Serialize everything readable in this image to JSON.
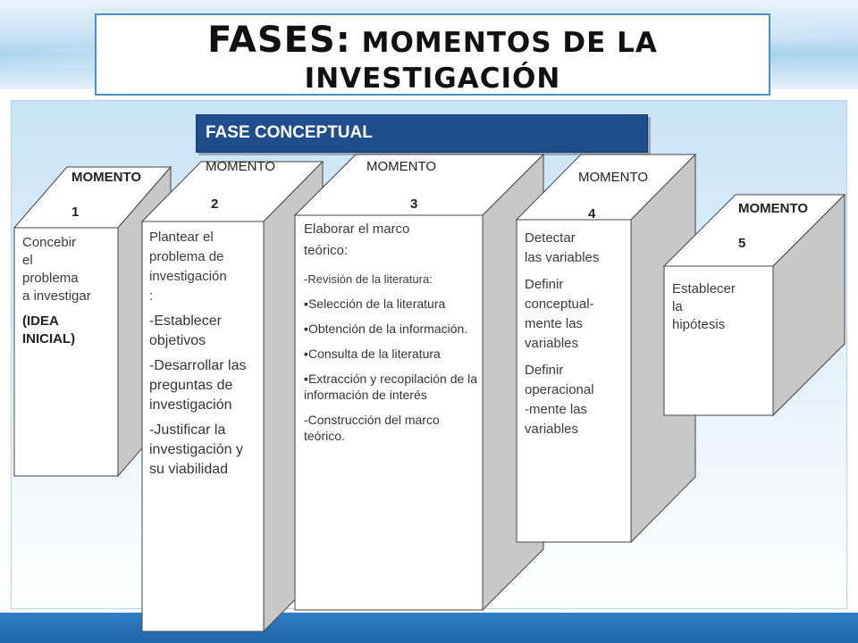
{
  "title": {
    "part1": "FASES:",
    "part2": "MOMENTOS DE LA INVESTIGACIÓN"
  },
  "phase": "FASE CONCEPTUAL",
  "moments": [
    {
      "word": "MOMENTO",
      "num": "1",
      "lines": [
        "Concebir",
        "el",
        "problema",
        "a investigar"
      ],
      "emph": [
        "(IDEA",
        "INICIAL)"
      ]
    },
    {
      "word": "MOMENTO",
      "num": "2",
      "lines": [
        "Plantear el",
        "problema de",
        "investigación",
        ":"
      ],
      "items": [
        "-Establecer objetivos",
        "-Desarrollar las preguntas de investigación",
        "-Justificar la investigación y su viabilidad"
      ]
    },
    {
      "word": "MOMENTO",
      "num": "3",
      "intro": [
        "Elaborar el marco",
        "teórico:"
      ],
      "sub": "-Revisión de la literatura:",
      "bullets": [
        "Selección de la literatura",
        "Obtención de la información.",
        "Consulta de la literatura",
        "Extracción y recopilación de la información de interés"
      ],
      "last": "-Construcción del marco teórico."
    },
    {
      "word": "MOMENTO",
      "num": "4",
      "blocks": [
        [
          "Detectar",
          "las variables"
        ],
        [
          "Definir",
          "conceptual-",
          "mente las",
          "variables"
        ],
        [
          "Definir",
          "operacional",
          "-mente las",
          "variables"
        ]
      ]
    },
    {
      "word": "MOMENTO",
      "num": "5",
      "lines": [
        "Establecer",
        "la",
        "hipótesis"
      ]
    }
  ]
}
